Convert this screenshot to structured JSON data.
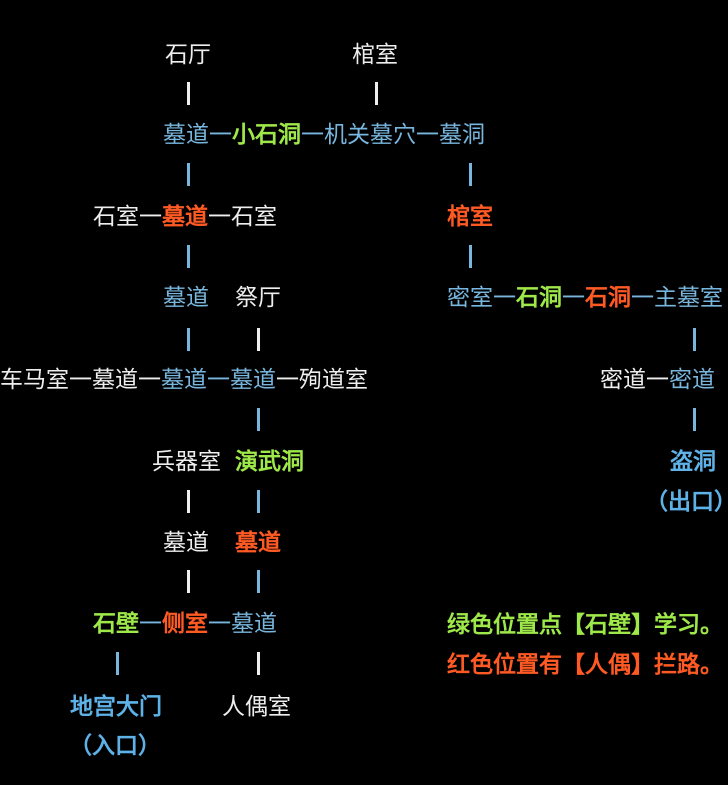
{
  "colors": {
    "background": "#000000",
    "normal": "#eeeeee",
    "path_blue": "#78b6de",
    "green_stone_wall": "#9ee84a",
    "red_puppet": "#ff5a24"
  },
  "diagram": {
    "r1": {
      "shiting": "石厅",
      "guanshi": "棺室"
    },
    "r2": {
      "s0": "墓道一",
      "s1": "小石洞",
      "s2": "一机关墓穴一墓洞"
    },
    "r3": {
      "s0": "石室一",
      "s1": "墓道",
      "s2": "一石室",
      "right": "棺室"
    },
    "r4": {
      "mudao": "墓道",
      "jiting": "祭厅",
      "p0": "密室一",
      "p1": "石洞",
      "p2": "一",
      "p3": "石洞",
      "p4": "一主墓室"
    },
    "r5": {
      "s0": "车马室一墓道一",
      "s1": "墓道一墓道",
      "s2": "一殉道室",
      "p0": "密道一",
      "p1": "密道"
    },
    "r6": {
      "bingqi": "兵器室",
      "yanwu": "演武洞",
      "daodong": "盗洞",
      "exit": "（出口）"
    },
    "r7": {
      "mudao_a": "墓道",
      "mudao_b": "墓道"
    },
    "r8": {
      "s0": "石壁",
      "s1": "一",
      "s2": "侧室",
      "s3": "一",
      "s4": "墓道"
    },
    "r9": {
      "gate": "地宫大门",
      "renou": "人偶室",
      "entrance": "（入口）"
    }
  },
  "legend": {
    "green": "绿色位置点【石壁】学习。",
    "red": "红色位置有【人偶】拦路。"
  }
}
